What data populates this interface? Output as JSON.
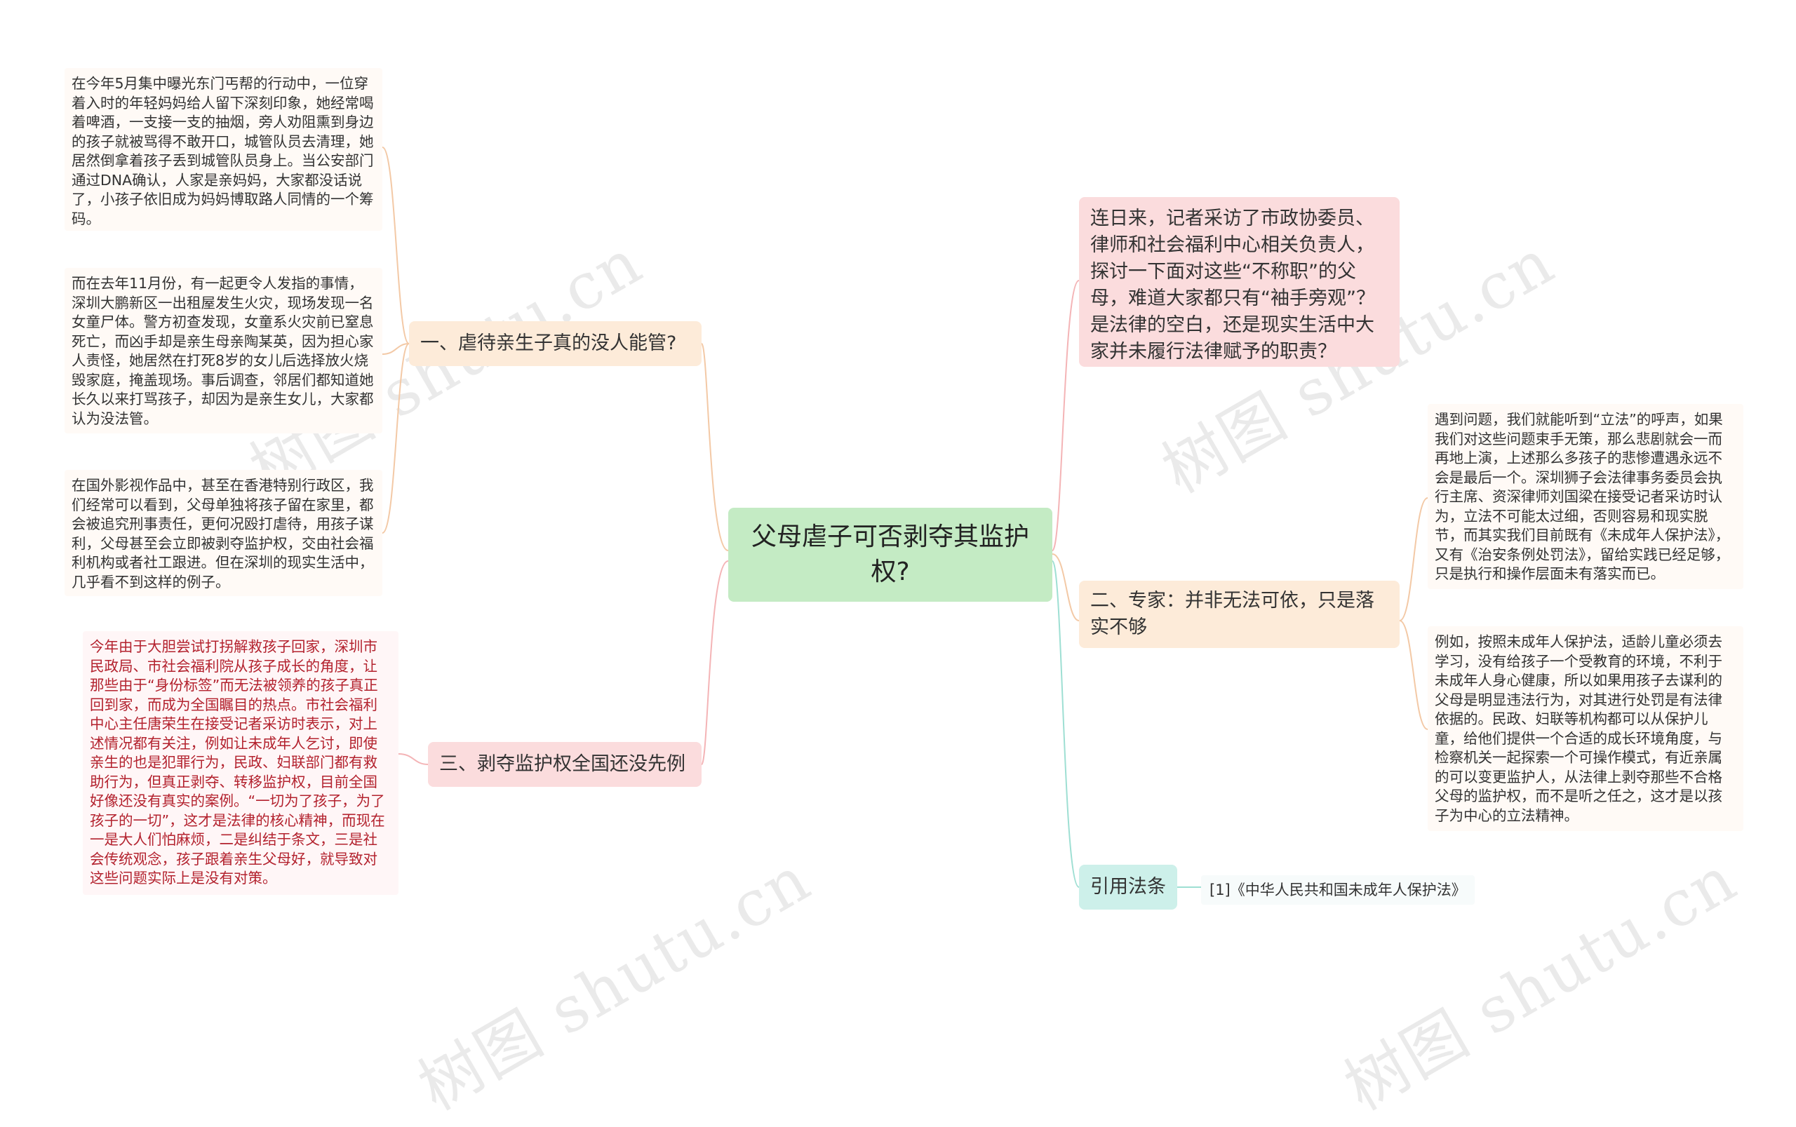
{
  "title": "父母虐子可否剥夺其监护权?",
  "left_topics": [
    {
      "label": "一、虐待亲生子真的没人能管?",
      "leaves": [
        "在今年5月集中曝光东门丐帮的行动中，一位穿着入时的年轻妈妈给人留下深刻印象，她经常喝着啤酒，一支接一支的抽烟，旁人劝阻熏到身边的孩子就被骂得不敢开口，城管队员去清理，她居然倒拿着孩子丢到城管队员身上。当公安部门通过DNA确认，人家是亲妈妈，大家都没话说了，小孩子依旧成为妈妈博取路人同情的一个筹码。",
        "而在去年11月份，有一起更令人发指的事情，深圳大鹏新区一出租屋发生火灾，现场发现一名女童尸体。警方初查发现，女童系火灾前已窒息死亡，而凶手却是亲生母亲陶某英，因为担心家人责怪，她居然在打死8岁的女儿后选择放火烧毁家庭，掩盖现场。事后调查，邻居们都知道她长久以来打骂孩子，却因为是亲生女儿，大家都认为没法管。",
        "在国外影视作品中，甚至在香港特别行政区，我们经常可以看到，父母单独将孩子留在家里，都会被追究刑事责任，更何况殴打虐待，用孩子谋利，父母甚至会立即被剥夺监护权，交由社会福利机构或者社工跟进。但在深圳的现实生活中，几乎看不到这样的例子。"
      ]
    },
    {
      "label": "三、剥夺监护权全国还没先例",
      "leaves": [
        "今年由于大胆尝试打拐解救孩子回家，深圳市民政局、市社会福利院从孩子成长的角度，让那些由于“身份标签”而无法被领养的孩子真正回到家，而成为全国瞩目的热点。市社会福利中心主任唐荣生在接受记者采访时表示，对上述情况都有关注，例如让未成年人乞讨，即使亲生的也是犯罪行为，民政、妇联部门都有救助行为，但真正剥夺、转移监护权，目前全国好像还没有真实的案例。“一切为了孩子，为了孩子的一切”，这才是法律的核心精神，而现在一是大人们怕麻烦，二是纠结于条文，三是社会传统观念，孩子跟着亲生父母好，就导致对这些问题实际上是没有对策。"
      ]
    }
  ],
  "right_topics": [
    {
      "label": "连日来，记者采访了市政协委员、律师和社会福利中心相关负责人，探讨一下面对这些“不称职”的父母，难道大家都只有“袖手旁观”？是法律的空白，还是现实生活中大家并未履行法律赋予的职责？",
      "leaves": []
    },
    {
      "label": "二、专家：并非无法可依，只是落实不够",
      "leaves": [
        "遇到问题，我们就能听到“立法”的呼声，如果我们对这些问题束手无策，那么悲剧就会一而再地上演，上述那么多孩子的悲惨遭遇永远不会是最后一个。深圳狮子会法律事务委员会执行主席、资深律师刘国梁在接受记者采访时认为，立法不可能太过细，否则容易和现实脱节，而其实我们目前既有《未成年人保护法》，又有《治安条例处罚法》，留给实践已经足够，只是执行和操作层面未有落实而已。",
        "例如，按照未成年人保护法，适龄儿童必须去学习，没有给孩子一个受教育的环境，不利于未成年人身心健康，所以如果用孩子去谋利的父母是明显违法行为，对其进行处罚是有法律依据的。民政、妇联等机构都可以从保护儿童，给他们提供一个合适的成长环境角度，与检察机关一起探索一个可操作模式，有近亲属的可以变更监护人，从法律上剥夺那些不合格父母的监护权，而不是听之任之，这才是以孩子为中心的立法精神。"
      ]
    },
    {
      "label": "引用法条",
      "leaves": [
        "[1]《中华人民共和国未成年人保护法》"
      ]
    }
  ],
  "watermark": "树图 shutu.cn",
  "colors": {
    "central_bg": "#c4ebc4",
    "orange_topic_bg": "#fdebd9",
    "pink_topic_bg": "#fbdcdd",
    "teal_topic_bg": "#cdf0ea",
    "red_text": "#b3222e"
  }
}
